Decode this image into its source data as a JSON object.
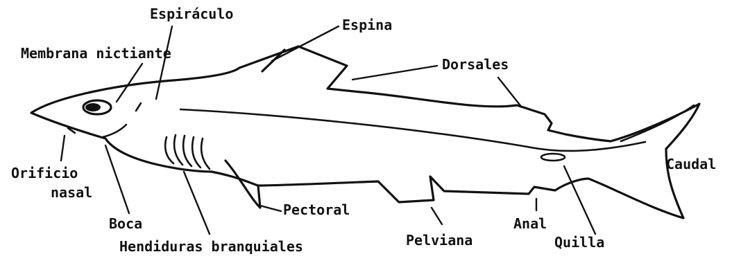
{
  "labels": {
    "espiraculo": "Espiráculo",
    "espina": "Espina",
    "membrana": "Membrana nictiante",
    "dorsales": "Dorsales",
    "orificio_line1": "Orificio",
    "orificio_line2": "nasal",
    "caudal": "Caudal",
    "boca": "Boca",
    "pectoral": "Pectoral",
    "anal": "Anal",
    "hendiduras": "Hendiduras branquiales",
    "pelviana": "Pelviana",
    "quilla": "Quilla"
  }
}
